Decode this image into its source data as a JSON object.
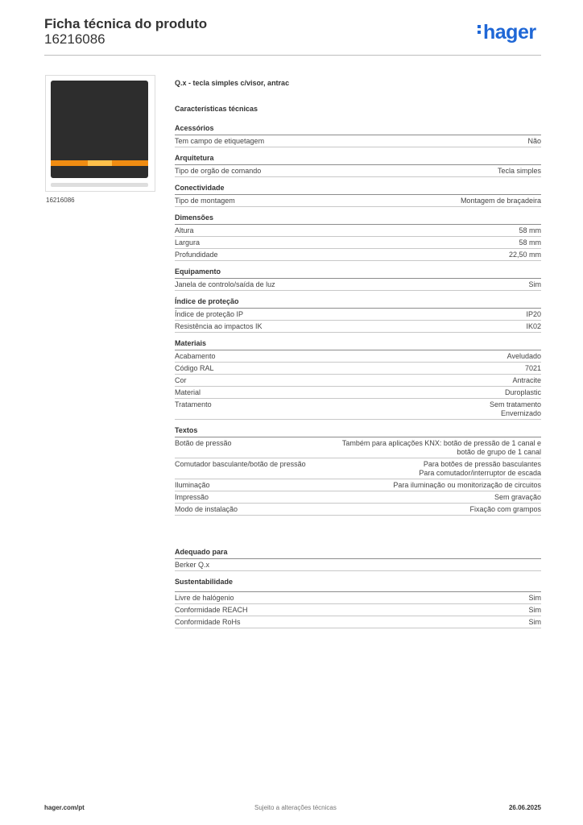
{
  "header": {
    "title": "Ficha técnica do produto",
    "reference": "16216086",
    "logo_text": "hager"
  },
  "product": {
    "image_caption": "16216086",
    "name": "Q.x - tecla simples c/visor, antrac",
    "section_title": "Características técnicas"
  },
  "colors": {
    "brand_blue": "#1f67d6",
    "switch_body": "#2d2d2d",
    "led_orange": "#f08c12"
  },
  "groups": [
    {
      "title": "Acessórios",
      "rows": [
        {
          "k": "Tem campo de etiquetagem",
          "v": [
            "Não"
          ]
        }
      ]
    },
    {
      "title": "Arquitetura",
      "rows": [
        {
          "k": "Tipo de orgão de comando",
          "v": [
            "Tecla simples"
          ]
        }
      ]
    },
    {
      "title": "Conectividade",
      "rows": [
        {
          "k": "Tipo de montagem",
          "v": [
            "Montagem de braçadeira"
          ]
        }
      ]
    },
    {
      "title": "Dimensões",
      "rows": [
        {
          "k": "Altura",
          "v": [
            "58 mm"
          ]
        },
        {
          "k": "Largura",
          "v": [
            "58 mm"
          ]
        },
        {
          "k": "Profundidade",
          "v": [
            "22,50 mm"
          ]
        }
      ]
    },
    {
      "title": "Equipamento",
      "rows": [
        {
          "k": "Janela de controlo/saída de luz",
          "v": [
            "Sim"
          ]
        }
      ]
    },
    {
      "title": "Índice de proteção",
      "rows": [
        {
          "k": "Índice de proteção IP",
          "v": [
            "IP20"
          ]
        },
        {
          "k": "Resistência ao impactos IK",
          "v": [
            "IK02"
          ]
        }
      ]
    },
    {
      "title": "Materiais",
      "rows": [
        {
          "k": "Acabamento",
          "v": [
            "Aveludado"
          ]
        },
        {
          "k": "Código RAL",
          "v": [
            "7021"
          ]
        },
        {
          "k": "Cor",
          "v": [
            "Antracite"
          ]
        },
        {
          "k": "Material",
          "v": [
            "Duroplastic"
          ]
        },
        {
          "k": "Tratamento",
          "v": [
            "Sem tratamento",
            "Envernizado"
          ]
        }
      ]
    },
    {
      "title": "Textos",
      "rows": [
        {
          "k": "Botão de pressão",
          "v": [
            "Também para aplicações KNX: botão de pressão de 1 canal e",
            "botão de grupo de 1 canal"
          ]
        },
        {
          "k": "Comutador basculante/botão de pressão",
          "v": [
            "Para botões de pressão basculantes",
            "Para comutador/interruptor de escada"
          ]
        },
        {
          "k": "Iluminação",
          "v": [
            "Para iluminação ou monitorização de circuitos"
          ]
        },
        {
          "k": "Impressão",
          "v": [
            "Sem gravação"
          ]
        },
        {
          "k": "Modo de instalação",
          "v": [
            "Fixação com grampos"
          ]
        }
      ]
    },
    {
      "title": "Adequado para",
      "gap": true,
      "rows": [
        {
          "k": "Berker Q.x",
          "v": []
        }
      ]
    },
    {
      "title": "Sustentabilidade",
      "sust": true,
      "rows": [
        {
          "k": "Livre de halógenio",
          "v": [
            "Sim"
          ]
        },
        {
          "k": "Conformidade REACH",
          "v": [
            "Sim"
          ]
        },
        {
          "k": "Conformidade RoHs",
          "v": [
            "Sim"
          ]
        }
      ]
    }
  ],
  "footer": {
    "website": "hager.com/pt",
    "note": "Sujeito a alterações técnicas",
    "date": "26.06.2025"
  }
}
